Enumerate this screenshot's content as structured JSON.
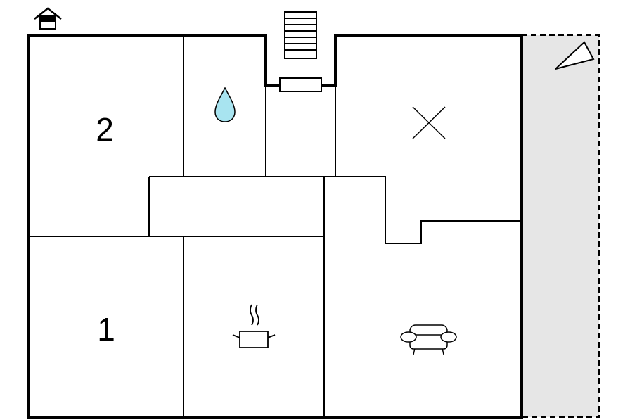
{
  "floor_plan": {
    "rooms": [
      {
        "id": "bedroom-2",
        "label": "2"
      },
      {
        "id": "bathroom",
        "icon": "water-drop-icon"
      },
      {
        "id": "stair-hall"
      },
      {
        "id": "room-x",
        "icon": "cross-icon"
      },
      {
        "id": "hall"
      },
      {
        "id": "bedroom-1",
        "label": "1"
      },
      {
        "id": "kitchen",
        "icon": "cooking-pot-icon"
      },
      {
        "id": "living-room",
        "icon": "sofa-icon"
      }
    ],
    "icons": [
      "house-entrance-icon",
      "stairs-icon",
      "terrace-orientation-icon"
    ],
    "colors": {
      "wall": "#000000",
      "terrace_fill": "#e6e6e6",
      "water": "#a8e4f0"
    }
  }
}
